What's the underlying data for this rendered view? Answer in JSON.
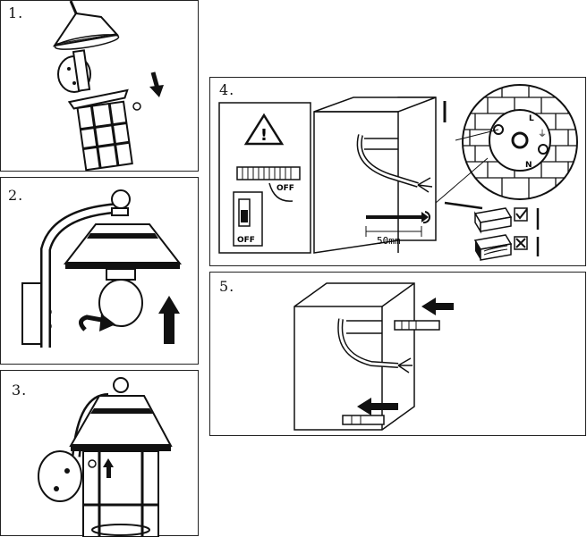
{
  "steps": [
    {
      "number": "1."
    },
    {
      "number": "2."
    },
    {
      "number": "3."
    },
    {
      "number": "4."
    },
    {
      "number": "5."
    }
  ],
  "labels": {
    "off_switch_panel": "OFF",
    "off_breaker": "OFF",
    "drill_depth": "50mm",
    "warning_symbol": "!",
    "terminal_live": "L",
    "terminal_neutral": "N",
    "earth_symbol": "⏚"
  },
  "icons": {
    "check": "checkmark-icon",
    "cross": "cross-icon"
  }
}
